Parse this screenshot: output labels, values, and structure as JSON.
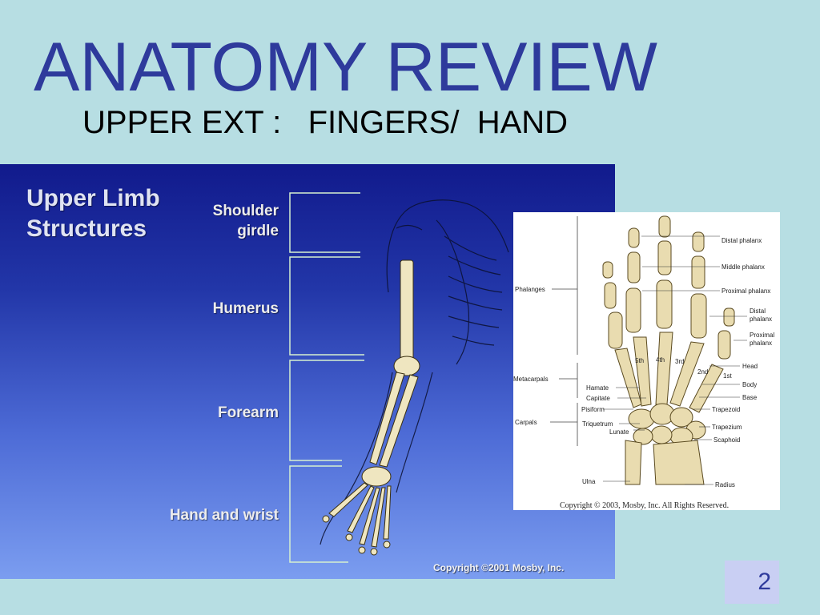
{
  "slide": {
    "title": "ANATOMY REVIEW",
    "subtitle": "UPPER EXT :   FINGERS/  HAND",
    "number": "2"
  },
  "left_figure": {
    "title": "Upper Limb\nStructures",
    "regions": [
      "Shoulder\ngirdle",
      "Humerus",
      "Forearm",
      "Hand and wrist"
    ],
    "copyright": "Copyright ©2001 Mosby, Inc."
  },
  "right_figure": {
    "left_labels": [
      "Phalanges",
      "Metacarpals",
      "Carpals"
    ],
    "carpal_left_labels": [
      "Hamate",
      "Capitate",
      "Pisiform",
      "Triquetrum",
      "Lunate",
      "Ulna"
    ],
    "right_labels": [
      "Distal phalanx",
      "Middle phalanx",
      "Proximal phalanx",
      "Distal\nphalanx",
      "Proximal\nphalanx",
      "Head",
      "Body",
      "Base",
      "Trapezoid",
      "Trapezium",
      "Scaphoid",
      "Radius"
    ],
    "digit_labels": [
      "5th",
      "4th",
      "3rd",
      "2nd",
      "1st"
    ],
    "copyright": "Copyright © 2003, Mosby, Inc. All Rights Reserved."
  }
}
